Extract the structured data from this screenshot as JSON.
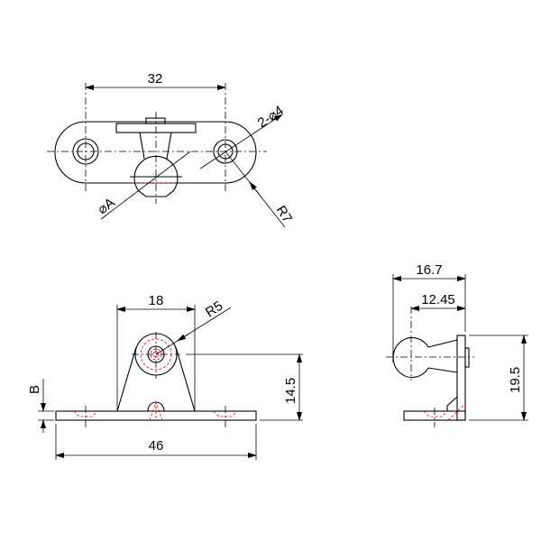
{
  "drawing": {
    "top_view": {
      "dim_width": "32",
      "dim_holes": "2-⌀4",
      "dim_ball": "⌀A",
      "dim_radius": "R7"
    },
    "front_view": {
      "dim_bracket": "18",
      "dim_radius": "R5",
      "dim_height": "14.5",
      "dim_length": "46",
      "dim_thickness": "B"
    },
    "side_view": {
      "dim_overall": "16.7",
      "dim_ball_offset": "12.45",
      "dim_height": "19.5"
    },
    "colors": {
      "line": "#000000",
      "hidden": "#e00000"
    }
  }
}
